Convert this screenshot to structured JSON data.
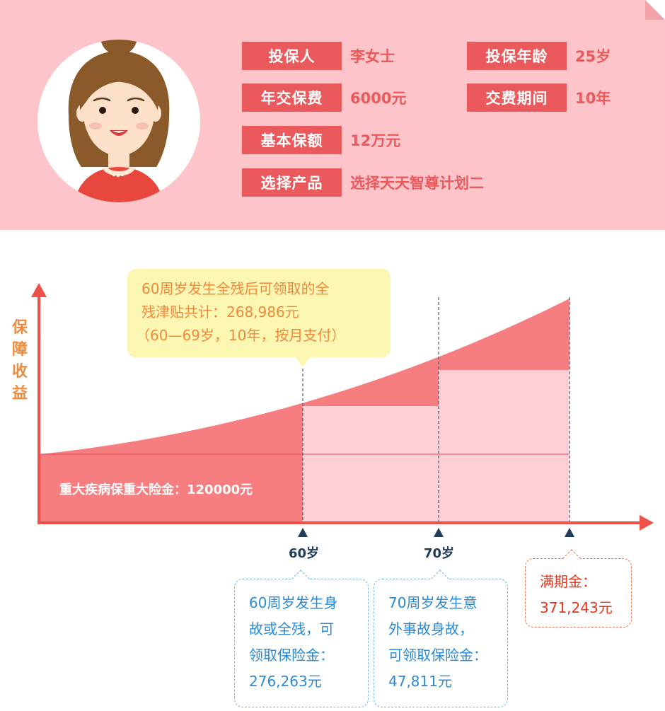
{
  "profile": {
    "fields": [
      {
        "label": "投保人",
        "value": "李女士"
      },
      {
        "label": "投保年龄",
        "value": "25岁"
      },
      {
        "label": "年交保费",
        "value": "6000元"
      },
      {
        "label": "交费期间",
        "value": "10年"
      },
      {
        "label": "基本保额",
        "value": "12万元"
      },
      {
        "label": "选择产品",
        "value": "选择天天智尊计划二"
      }
    ]
  },
  "chart": {
    "ylabel": "保障收益",
    "disability_note": {
      "line1": "60周岁发生全残后可领取的全",
      "line2": "残津贴共计：268,986元",
      "line3": "（60—69岁，10年，按月支付）"
    },
    "critical_illness": "重大疾病保重大险金：120000元",
    "ticks": {
      "t60": "60岁",
      "t70": "70岁"
    },
    "note60": {
      "line1": "60周岁发生身",
      "line2": "故或全残，可",
      "line3": "领取保险金：",
      "line4": "276,263元"
    },
    "note70": {
      "line1": "70周岁发生意",
      "line2": "外事故身故，",
      "line3": "可领取保险金：",
      "line4": "47,811元"
    },
    "maturity": {
      "line1": "满期金：",
      "line2": "371,243元"
    },
    "colors": {
      "accent": "#ea5a5c",
      "curve_fill": "#f67e80",
      "light_fill": "#fdd0d5",
      "axis": "#ee5147",
      "ylabel": "#f08a3c",
      "blue_text": "#2a8ad6",
      "maturity_text": "#e8361e"
    }
  }
}
